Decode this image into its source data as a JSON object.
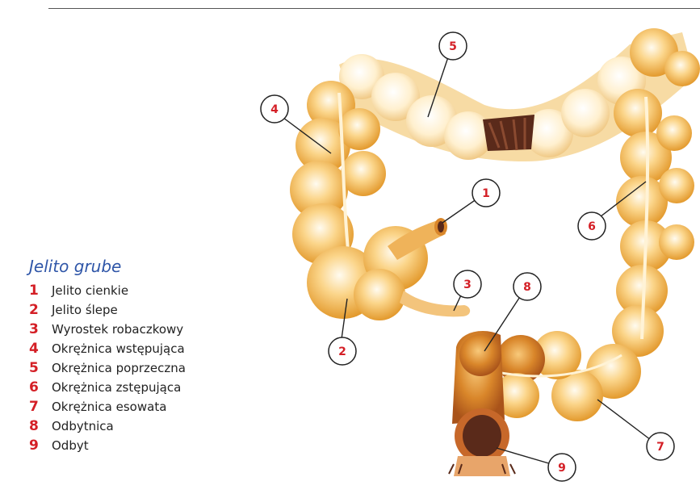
{
  "legend": {
    "title": "Jelito grube",
    "items": [
      {
        "num": "1",
        "label": "Jelito cienkie"
      },
      {
        "num": "2",
        "label": "Jelito ślepe"
      },
      {
        "num": "3",
        "label": "Wyrostek robaczkowy"
      },
      {
        "num": "4",
        "label": "Okrężnica wstępująca"
      },
      {
        "num": "5",
        "label": "Okrężnica poprzeczna"
      },
      {
        "num": "6",
        "label": "Okrężnica zstępująca"
      },
      {
        "num": "7",
        "label": "Okrężnica esowata"
      },
      {
        "num": "8",
        "label": "Odbytnica"
      },
      {
        "num": "9",
        "label": "Odbyt"
      }
    ]
  },
  "callouts": [
    "1",
    "2",
    "3",
    "4",
    "5",
    "6",
    "7",
    "8",
    "9"
  ],
  "colors": {
    "title": "#2f56a8",
    "number": "#d41f26",
    "colon_light": "#fff3d6",
    "colon_mid": "#f6c46a",
    "colon_dark": "#d98a1f",
    "rectum_dark": "#a94e12",
    "lumen": "#5a2a1a"
  }
}
